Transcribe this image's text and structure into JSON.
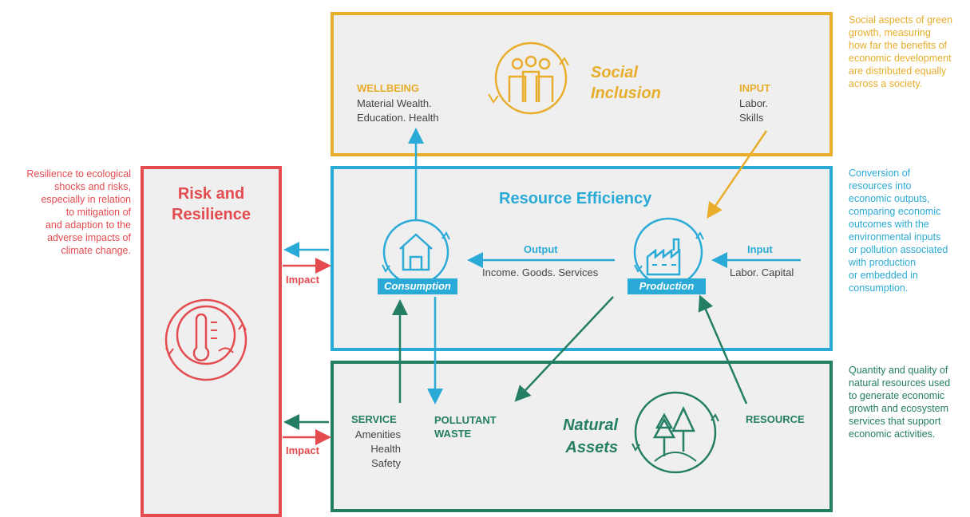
{
  "social": {
    "title_line1": "Social",
    "title_line2": "Inclusion",
    "wellbeing_label": "WELLBEING",
    "wellbeing_line1": "Material Wealth.",
    "wellbeing_line2": "Education. Health",
    "input_label": "INPUT",
    "input_line1": "Labor.",
    "input_line2": "Skills",
    "desc": [
      "Social aspects of green",
      "growth, measuring",
      "how far the benefits of",
      "economic development",
      "are distributed equally",
      "across a society."
    ]
  },
  "resource": {
    "title": "Resource Efficiency",
    "output_label": "Output",
    "output_text": "Income. Goods. Services",
    "input_label": "Input",
    "input_text": "Labor. Capital",
    "consumption": "Consumption",
    "production": "Production",
    "desc": [
      "Conversion of",
      "resources into",
      "economic outputs,",
      "comparing economic",
      "outcomes with the",
      "environmental inputs",
      "or pollution associated",
      "with production",
      "or embedded in",
      "consumption."
    ]
  },
  "natural": {
    "title_line1": "Natural",
    "title_line2": "Assets",
    "service_label": "SERVICE",
    "service_lines": [
      "Amenities",
      "Health",
      "Safety"
    ],
    "pollutant_line1": "POLLUTANT",
    "pollutant_line2": "WASTE",
    "resource_label": "RESOURCE",
    "desc": [
      "Quantity and quality of",
      "natural resources used",
      "to generate economic",
      "growth and ecosystem",
      "services that support",
      "economic activities."
    ]
  },
  "risk": {
    "title_line1": "Risk and",
    "title_line2": "Resilience",
    "impact_top": "Impact",
    "impact_bottom": "Impact",
    "desc": [
      "Resilience to ecological",
      "shocks and risks,",
      "especially in relation",
      "to mitigation of",
      "and adaption to the",
      "adverse impacts of",
      "climate change."
    ]
  },
  "colors": {
    "yellow": "#e8ad2b",
    "blue": "#2aaad6",
    "green": "#237e63",
    "red": "#e34b4f"
  },
  "icons": [
    "people-icon",
    "house-icon",
    "factory-icon",
    "trees-icon",
    "planet-thermometer-icon"
  ]
}
